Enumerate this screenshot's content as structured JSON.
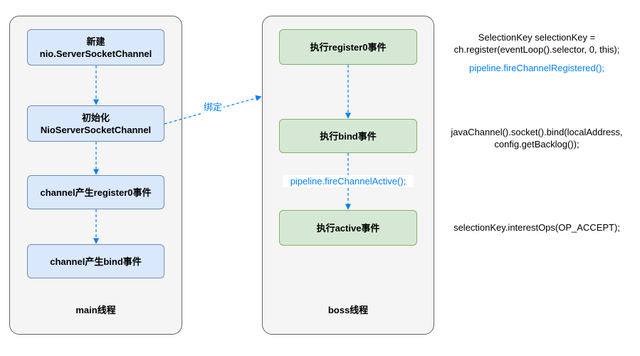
{
  "lanes": {
    "main": {
      "title": "main线程"
    },
    "boss": {
      "title": "boss线程"
    }
  },
  "main_steps": [
    {
      "line1": "新建",
      "line2": "nio.ServerSocketChannel"
    },
    {
      "line1": "初始化",
      "line2": "NioServerSocketChannel"
    },
    {
      "line1": "channel产生register0事件",
      "line2": ""
    },
    {
      "line1": "channel产生bind事件",
      "line2": ""
    }
  ],
  "boss_steps": [
    {
      "label": "执行register0事件"
    },
    {
      "label": "执行bind事件"
    },
    {
      "label": "执行active事件"
    }
  ],
  "bind_edge_label": "绑定",
  "notes": {
    "register_line1": "SelectionKey selectionKey =",
    "register_line2": "ch.register(eventLoop().selector, 0, this);",
    "register_event": "pipeline.fireChannelRegistered();",
    "bind_line1": "javaChannel().socket().bind(localAddress,",
    "bind_line2": "config.getBacklog());",
    "active_event": "pipeline.fireChannelActive();",
    "interest_ops": "selectionKey.interestOps(OP_ACCEPT);"
  },
  "colors": {
    "accent": "#007fff",
    "blue_fill": "#dae8fc",
    "blue_stroke": "#6c8ebf",
    "green_fill": "#d5e8d4",
    "green_stroke": "#82b366",
    "arrow": "#007fff"
  }
}
